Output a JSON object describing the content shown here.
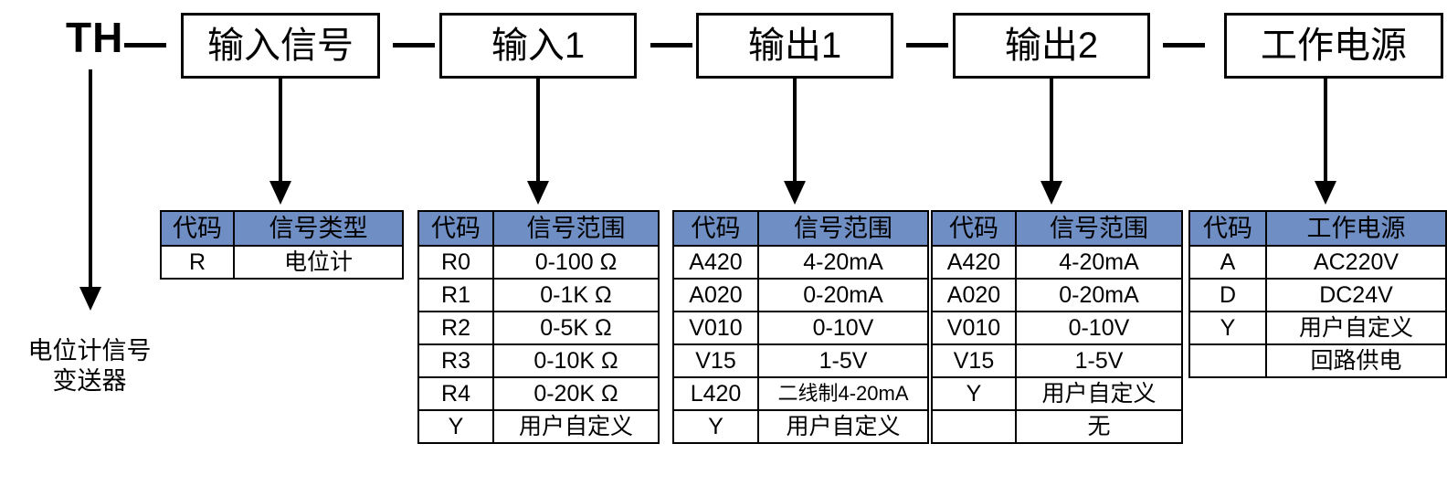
{
  "diagram": {
    "prefix": "TH",
    "separator": "—",
    "caption_line1": "电位计信号",
    "caption_line2": "变送器",
    "header_color": "#6f8fc4",
    "segments": [
      {
        "label": "输入信号"
      },
      {
        "label": "输入1"
      },
      {
        "label": "输出1"
      },
      {
        "label": "输出2"
      },
      {
        "label": "工作电源"
      }
    ]
  },
  "tables": [
    {
      "id": "signal-type",
      "headers": [
        "代码",
        "信号类型"
      ],
      "rows": [
        [
          "R",
          "电位计"
        ]
      ]
    },
    {
      "id": "input-range",
      "headers": [
        "代码",
        "信号范围"
      ],
      "rows": [
        [
          "R0",
          "0-100 Ω"
        ],
        [
          "R1",
          "0-1K Ω"
        ],
        [
          "R2",
          "0-5K Ω"
        ],
        [
          "R3",
          "0-10K Ω"
        ],
        [
          "R4",
          "0-20K Ω"
        ],
        [
          "Y",
          "用户自定义"
        ]
      ]
    },
    {
      "id": "output1-range",
      "headers": [
        "代码",
        "信号范围"
      ],
      "rows": [
        [
          "A420",
          "4-20mA"
        ],
        [
          "A020",
          "0-20mA"
        ],
        [
          "V010",
          "0-10V"
        ],
        [
          "V15",
          "1-5V"
        ],
        [
          "L420",
          "二线制4-20mA"
        ],
        [
          "Y",
          "用户自定义"
        ]
      ]
    },
    {
      "id": "output2-range",
      "headers": [
        "代码",
        "信号范围"
      ],
      "rows": [
        [
          "A420",
          "4-20mA"
        ],
        [
          "A020",
          "0-20mA"
        ],
        [
          "V010",
          "0-10V"
        ],
        [
          "V15",
          "1-5V"
        ],
        [
          "Y",
          "用户自定义"
        ],
        [
          "",
          "无"
        ]
      ]
    },
    {
      "id": "power-supply",
      "headers": [
        "代码",
        "工作电源"
      ],
      "rows": [
        [
          "A",
          "AC220V"
        ],
        [
          "D",
          "DC24V"
        ],
        [
          "Y",
          "用户自定义"
        ],
        [
          "",
          "回路供电"
        ]
      ]
    }
  ]
}
